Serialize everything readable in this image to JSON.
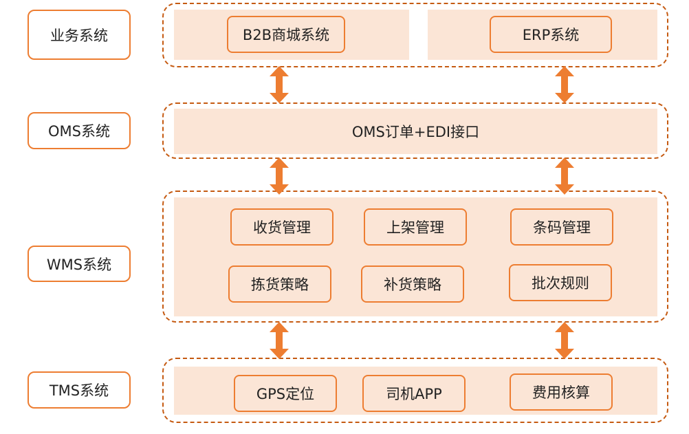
{
  "colors": {
    "accent": "#ED7D31",
    "dash": "#C55A11",
    "fill": "#FBE5D6"
  },
  "layers": {
    "business": "业务系统",
    "oms": "OMS系统",
    "wms": "WMS系统",
    "tms": "TMS系统"
  },
  "business_modules": [
    "B2B商城系统",
    "ERP系统"
  ],
  "oms_module": "OMS订单+EDI接口",
  "wms_modules": [
    "收货管理",
    "上架管理",
    "条码管理",
    "拣货策略",
    "补货策略",
    "批次规则"
  ],
  "tms_modules": [
    "GPS定位",
    "司机APP",
    "费用核算"
  ],
  "connector_icon": "double-headed-arrow"
}
